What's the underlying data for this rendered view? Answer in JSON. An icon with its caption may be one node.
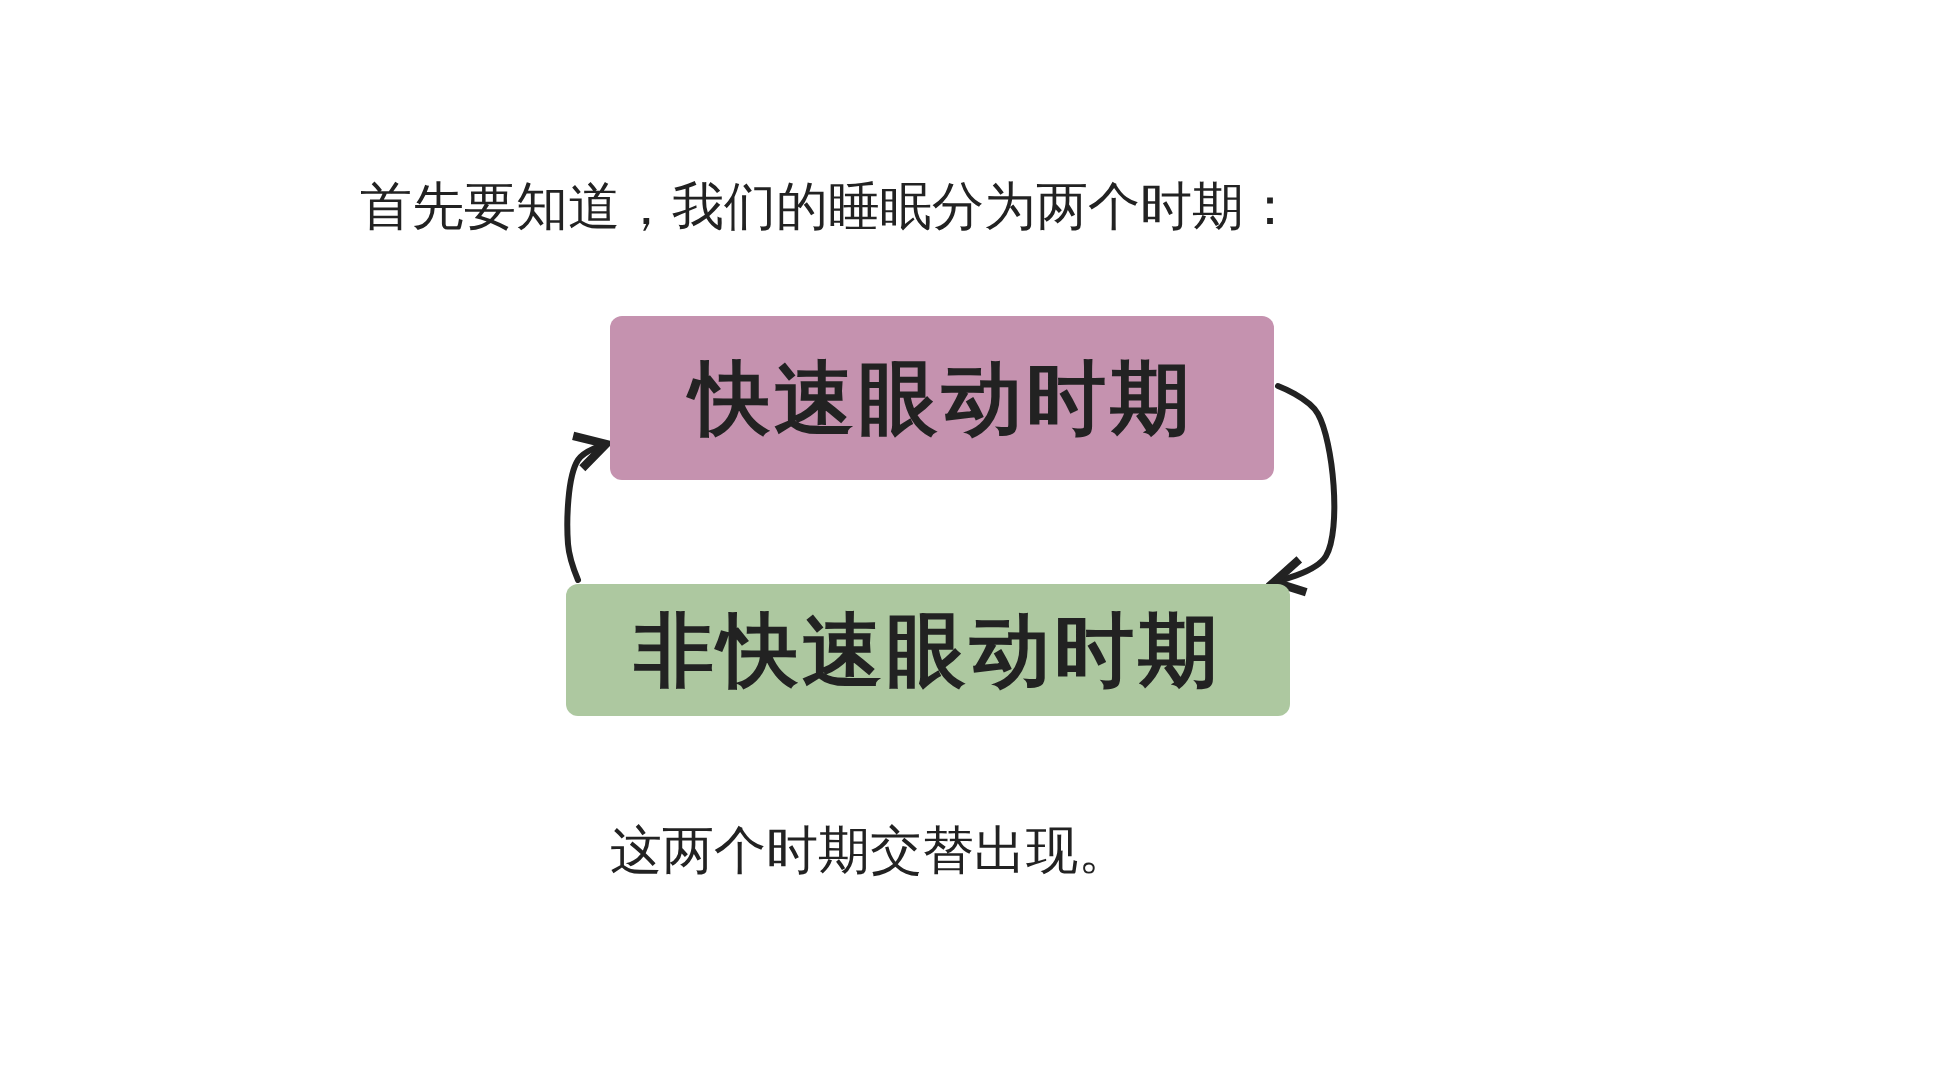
{
  "diagram": {
    "title": "首先要知道，我们的睡眠分为两个时期：",
    "nodes": [
      {
        "text": [
          "快速眼动时期"
        ]
      },
      {
        "text": [
          "非快速眼动时期"
        ]
      }
    ],
    "edges": [
      {
        "from": 0,
        "to": 1,
        "arrow": "to"
      },
      {
        "from": 1,
        "to": 0,
        "arrow": "to"
      }
    ],
    "labels": [
      "这两个时期交替出现。"
    ]
  }
}
